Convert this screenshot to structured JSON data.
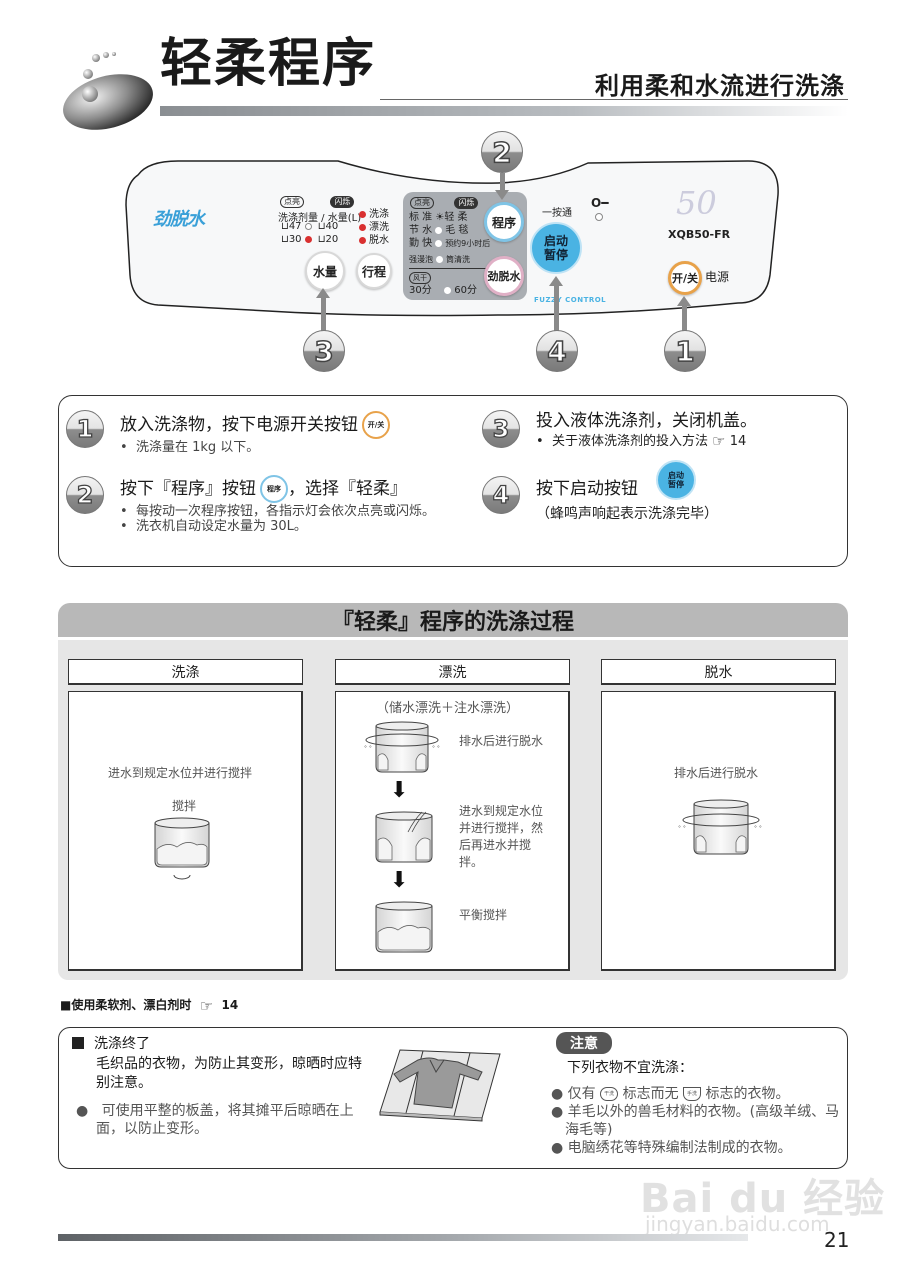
{
  "header": {
    "title": "轻柔程序",
    "subtitle": "利用柔和水流进行洗涤"
  },
  "control_panel": {
    "brand": "劲脱水",
    "legend_lit": "点亮",
    "legend_blink": "闪烁",
    "water_label": "洗涤剂量 / 水量(L)",
    "water_levels": [
      "47",
      "40",
      "30",
      "20"
    ],
    "stage_leds": [
      "洗涤",
      "漂洗",
      "脱水"
    ],
    "program_rows": [
      {
        "left": "标 准",
        "right": "轻 柔"
      },
      {
        "left": "节 水",
        "right": "毛 毯"
      },
      {
        "left": "勤 快",
        "right": "预约9小时后"
      },
      {
        "left": "强漫泡",
        "right": "筒清洗"
      }
    ],
    "dry_label": "风干",
    "dry_options": [
      "30分",
      "60分"
    ],
    "buttons": {
      "water": "水量",
      "stroke": "行程",
      "program": "程序",
      "spin": "劲脱水",
      "start_line1": "启动",
      "start_line2": "暂停",
      "power": "开/关"
    },
    "one_touch": "一按通",
    "key_icon": "O━",
    "model_number": "50",
    "model_name": "XQB50-FR",
    "power_label": "电源",
    "fuzzy": "FUZZY CONTROL",
    "callouts": {
      "program": "2",
      "water": "3",
      "start": "4",
      "power": "1"
    }
  },
  "steps": [
    {
      "num": "1",
      "title": "放入洗涤物，按下电源开关按钮",
      "icon_label": "开/关",
      "notes": [
        "洗涤量在 1kg 以下。"
      ]
    },
    {
      "num": "2",
      "title_a": "按下『程序』按钮",
      "icon_label": "程序",
      "title_b": "，选择『轻柔』",
      "notes": [
        "每按动一次程序按钮，各指示灯会依次点亮或闪烁。",
        "洗衣机自动设定水量为 30L。"
      ]
    },
    {
      "num": "3",
      "title": "投入液体洗涤剂，关闭机盖。",
      "notes": [
        "关于液体洗涤剂的投入方法"
      ],
      "ref_page": "14"
    },
    {
      "num": "4",
      "title": "按下启动按钮",
      "icon_line1": "启动",
      "icon_line2": "暂停",
      "notes": [
        "（蜂鸣声响起表示洗涤完毕）"
      ]
    }
  ],
  "process": {
    "title": "『轻柔』程序的洗涤过程",
    "columns": [
      {
        "label": "洗涤",
        "desc": "进水到规定水位并进行搅拌",
        "caption": "搅拌"
      },
      {
        "label": "漂洗",
        "desc": "（储水漂洗＋注水漂洗）",
        "stages": [
          "排水后进行脱水",
          "进水到规定水位并进行搅拌，然后再进水并搅拌。",
          "平衡搅拌"
        ]
      },
      {
        "label": "脱水",
        "desc": "排水后进行脱水"
      }
    ]
  },
  "softener_note": {
    "text": "■使用柔软剂、漂白剂时",
    "ref_page": "14"
  },
  "finish_note": {
    "heading": "洗涤终了",
    "body": "毛织品的衣物，为防止其变形，晾晒时应特别注意。",
    "bullet": "可使用平整的板盖，将其摊平后晾晒在上面，以防止变形。"
  },
  "attention": {
    "label": "注意",
    "intro": "下列衣物不宜洗涤：",
    "item1_a": "仅有",
    "item1_icon1": "干洗",
    "item1_b": "标志而无",
    "item1_icon2": "手洗",
    "item1_c": "标志的衣物。",
    "items": [
      "羊毛以外的兽毛材料的衣物。(高级羊绒、马海毛等)",
      "电脑绣花等特殊编制法制成的衣物。"
    ]
  },
  "page_number": "21",
  "watermark": {
    "main": "Bai du 经验",
    "sub": "jingyan.baidu.com"
  }
}
